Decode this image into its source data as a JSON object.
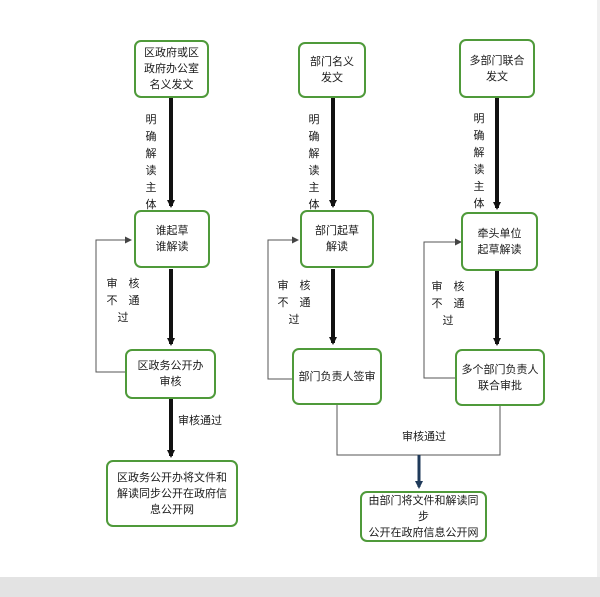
{
  "nodes": {
    "c1_start": "区政府或区\n政府办公室\n名义发文",
    "c1_draft": "谁起草\n谁解读",
    "c1_review": "区政务公开办\n审核",
    "c1_publish": "区政务公开办将文件和\n解读同步公开在政府信\n息公开网",
    "c2_start": "部门名义\n发文",
    "c2_draft": "部门起草\n解读",
    "c2_review": "部门负责人签审",
    "c3_start": "多部门联合\n发文",
    "c3_draft": "牵头单位\n起草解读",
    "c3_review": "多个部门负责人\n联合审批",
    "c23_publish": "由部门将文件和解读同步\n公开在政府信息公开网"
  },
  "labels": {
    "c1_subject": "明\n确\n解\n读\n主\n体",
    "c2_subject": "明\n确\n解\n读\n主\n体",
    "c3_subject": "明\n确\n解\n读\n主\n体",
    "c1_reject": "审　核\n不　通\n过",
    "c2_reject": "审　核\n不　通\n过",
    "c3_reject": "审　核\n不　通\n过",
    "c1_pass": "审核通过",
    "c23_pass": "审核通过"
  },
  "colors": {
    "box_border": "#4f9a3a",
    "arrow": "#111111",
    "thin_line": "#555555",
    "merge_arrow": "#1f3a5a"
  }
}
